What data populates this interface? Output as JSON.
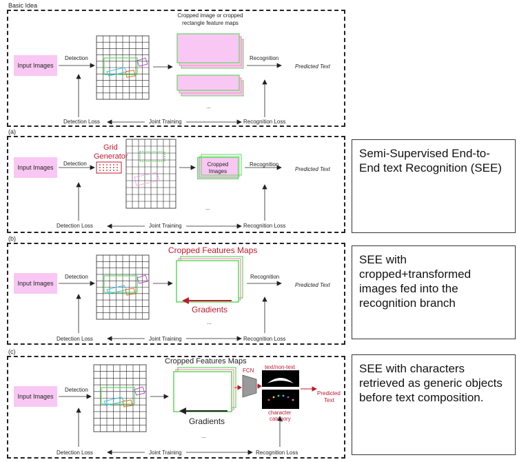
{
  "panel0": {
    "title": "Basic Idea",
    "input": "Input Images",
    "detection": "Detection",
    "cropped_caption_1": "Cropped image or cropped",
    "cropped_caption_2": "rectangle feature maps",
    "recognition": "Recognition",
    "predicted": "Predicted Text",
    "ellipsis": "...",
    "det_loss": "Detection Loss",
    "joint": "Joint Training",
    "rec_loss": "Recognition Loss"
  },
  "panel_a": {
    "tag": "(a)",
    "input": "Input Images",
    "detection": "Detection",
    "grid_gen_1": "Grid",
    "grid_gen_2": "Generator",
    "cropped_1": "Cropped",
    "cropped_2": "Images",
    "recognition": "Recognition",
    "predicted": "Predicted Text",
    "ellipsis": "...",
    "det_loss": "Detection Loss",
    "joint": "Joint Training",
    "rec_loss": "Recognition Loss",
    "description": "Semi-Supervised End-to-End text Recognition (SEE)"
  },
  "panel_b": {
    "tag": "(b)",
    "input": "Input Images",
    "detection": "Detection",
    "maps_title": "Cropped Features Maps",
    "gradients": "Gradients",
    "recognition": "Recognition",
    "predicted": "Predicted Text",
    "ellipsis": "...",
    "det_loss": "Detection Loss",
    "joint": "Joint Training",
    "rec_loss": "Recognition Loss",
    "description": "SEE with cropped+transformed images fed into the recognition branch"
  },
  "panel_c": {
    "tag": "(c)",
    "input": "Input Images",
    "detection": "Detection",
    "maps_title": "Cropped Features Maps",
    "gradients": "Gradients",
    "fcn": "FCN",
    "text_nontext": "text/non-text",
    "char_cat_1": "character",
    "char_cat_2": "category",
    "predicted_1": "Predicted",
    "predicted_2": "Text",
    "ellipsis": "...",
    "det_loss": "Detection Loss",
    "joint": "Joint Training",
    "rec_loss": "Recognition Loss",
    "description": "SEE with characters retrieved as generic objects before text composition."
  },
  "colors": {
    "pink": "#f9c7f3",
    "green": "#5ed85e",
    "red": "#c0182b",
    "purple": "#b24ec9",
    "cyan": "#38c5e8",
    "orange": "#d8741d"
  }
}
